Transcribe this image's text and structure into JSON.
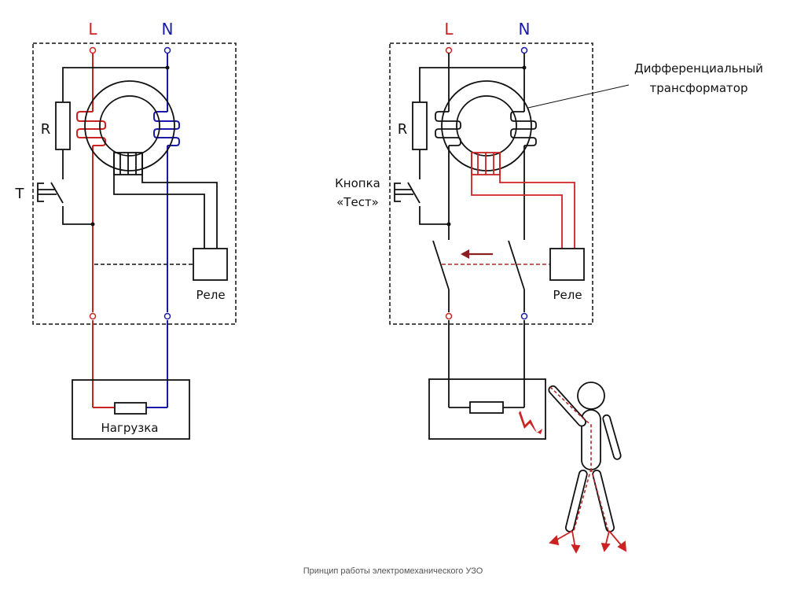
{
  "colors": {
    "phase": "#cc2222",
    "neutral": "#1a1aa8",
    "wire": "#111111",
    "fault": "#b02a2a",
    "fault_arrow": "#8b2020"
  },
  "left_diagram": {
    "phase_label": "L",
    "neutral_label": "N",
    "resistor_label": "R",
    "test_button_label": "T",
    "relay_label": "Реле",
    "load_label": "Нагрузка"
  },
  "right_diagram": {
    "phase_label": "L",
    "neutral_label": "N",
    "resistor_label": "R",
    "test_button_label_line1": "Кнопка",
    "test_button_label_line2": "«Тест»",
    "relay_label": "Реле",
    "transformer_label_line1": "Дифференциальный",
    "transformer_label_line2": "трансформатор"
  },
  "caption": "Принцип работы электромеханического УЗО"
}
